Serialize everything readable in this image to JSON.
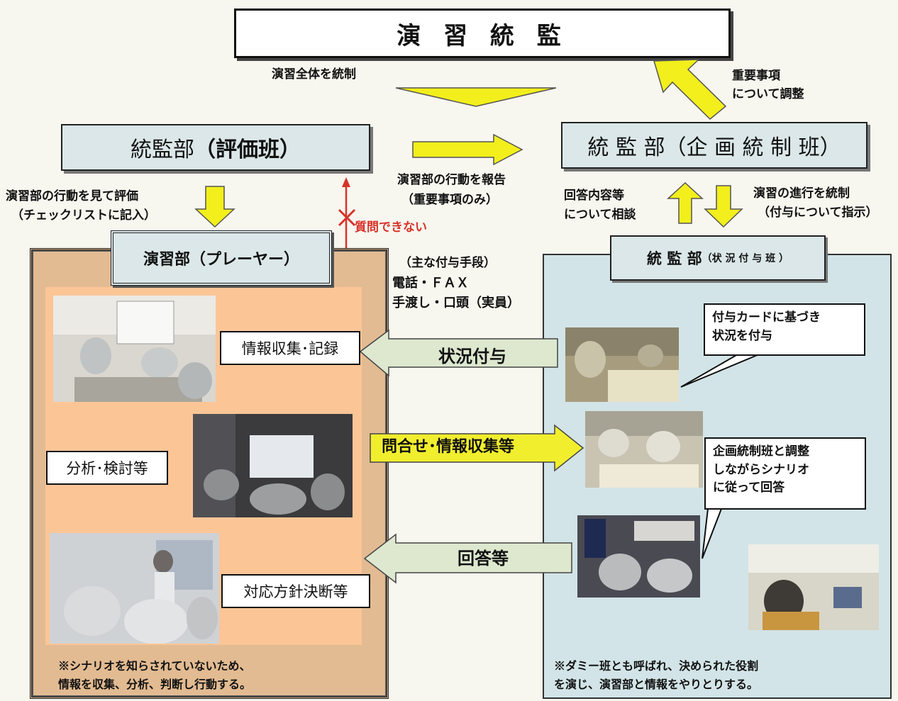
{
  "top": {
    "title": "演 習 統 監"
  },
  "flows": {
    "control_all": "演習全体を統制",
    "adjust": [
      "重要事項",
      "について調整"
    ],
    "report": [
      "演習部の行動を報告",
      "（重要事項のみ）"
    ],
    "evaluate": [
      "演習部の行動を見て評価",
      "（チェックリストに記入）"
    ],
    "no_question": "質問できない",
    "consult": [
      "回答内容等",
      "について相談"
    ],
    "control_progress": [
      "演習の進行を統制",
      "（付与について指示）"
    ],
    "means": [
      "（主な付与手段）",
      "電話・ＦＡＸ",
      "手渡し・口頭（実員）"
    ],
    "situation_give": "状況付与",
    "inquiry": "問合せ･情報収集等",
    "answer": "回答等"
  },
  "eval_team": {
    "label_a": "統監部",
    "label_b": "（評価班）"
  },
  "planning_team": {
    "label": "統 監 部（企 画 統 制 班）"
  },
  "player": {
    "header": "演習部（プレーヤー）",
    "steps": [
      "情報収集･記録",
      "分析･検討等",
      "対応方針決断等"
    ],
    "note": [
      "※シナリオを知らされていないため、",
      "情報を収集、分析、判断し行動する。"
    ]
  },
  "situation_team": {
    "header_a": "統 監 部",
    "header_b": "（状 況 付 与 班 ）",
    "callout1": [
      "付与カードに基づき",
      "状況を付与"
    ],
    "callout2": [
      "企画統制班と調整",
      "しながらシナリオ",
      "に従って回答"
    ],
    "note": [
      "※ダミー班とも呼ばれ、決められた役割",
      "を演じ、演習部と情報をやりとりする。"
    ]
  },
  "colors": {
    "box_fill": "#dbe7e8",
    "arrow_yellow": "#f2ef1c",
    "arrow_green": "#dde8cf",
    "player_bg": "#e2bb92",
    "player_inner": "#fbc596",
    "situation_bg": "#d2e4e7",
    "red": "#d8332a"
  }
}
